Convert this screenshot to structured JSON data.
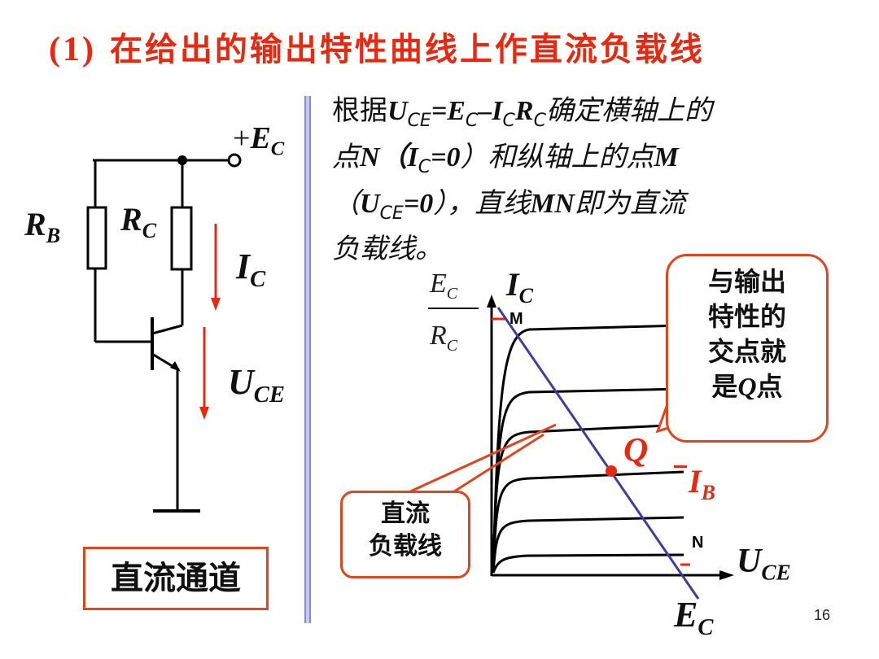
{
  "title": {
    "number": "(1)",
    "text": "在给出的输出特性曲线上作直流负载线"
  },
  "circuit": {
    "supply": {
      "sign": "+",
      "symbol": "E",
      "sub": "C"
    },
    "rb": {
      "symbol": "R",
      "sub": "B"
    },
    "rc": {
      "symbol": "R",
      "sub": "C"
    },
    "ic": {
      "symbol": "I",
      "sub": "C"
    },
    "uce": {
      "symbol": "U",
      "sub": "CE"
    },
    "channel_label": "直流通道"
  },
  "description": {
    "l1a": "根据",
    "l1b": "U",
    "l1c": "CE",
    "l1d": "=E",
    "l1e": "C",
    "l1f": "–I",
    "l1g": "C",
    "l1h": "R",
    "l1i": "C",
    "l1j": "确定横轴上的",
    "l2a": "点",
    "l2b": "N（I",
    "l2c": "C",
    "l2d": "=0",
    "l2e": "）和纵轴上的点",
    "l2f": "M",
    "l3a": "（",
    "l3b": "U",
    "l3c": "CE",
    "l3d": "=0",
    "l3e": "），直线",
    "l3f": "MN",
    "l3g": "即为直流",
    "l4": "负载线。"
  },
  "graph": {
    "frac_num": {
      "symbol": "E",
      "sub": "C"
    },
    "frac_den": {
      "symbol": "R",
      "sub": "C"
    },
    "y_axis": {
      "symbol": "I",
      "sub": "C"
    },
    "x_axis": {
      "symbol": "U",
      "sub": "CE"
    },
    "x_intercept": {
      "symbol": "E",
      "sub": "C"
    },
    "point_m": "M",
    "point_n": "N",
    "q_label": "Q",
    "ib_label": {
      "symbol": "I",
      "sub": "B"
    },
    "dc_load_box": {
      "line1": "直流",
      "line2": "负载线"
    },
    "callout": {
      "line1": "与输出",
      "line2": "特性的",
      "line3": "交点就",
      "line4a": "是",
      "line4b": "Q",
      "line4c": "点"
    }
  },
  "colors": {
    "accent": "#e8290f",
    "load_line": "#3b3fa0",
    "box_border": "#e0451c"
  },
  "page_number": "16"
}
